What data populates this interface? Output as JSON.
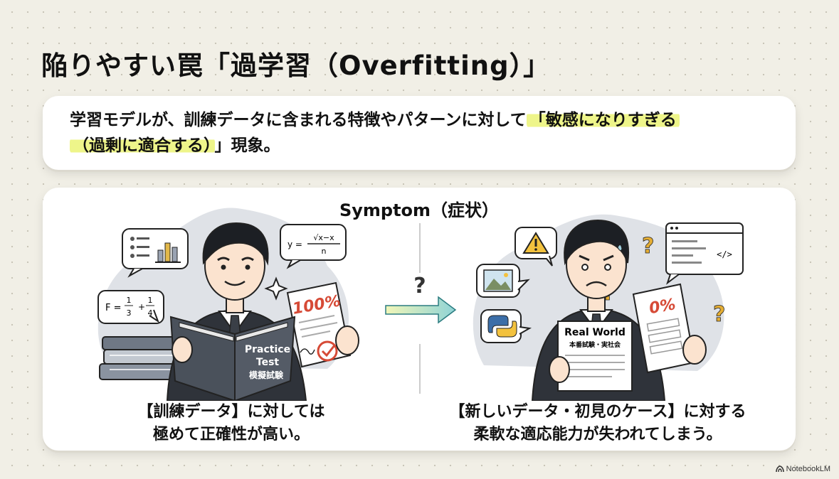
{
  "title": "陥りやすい罠「過学習（Overfitting）」",
  "definition": {
    "before": "学習モデルが、訓練データに含まれる特徴やパターンに対して",
    "highlight_1": "「敏感になりすぎる",
    "highlight_2": "（過剰に適合する）",
    "after": "」現象。"
  },
  "symptom": {
    "title": "Symptom（症状）",
    "left": {
      "formula_y": "y =",
      "formula_num": "√x−x",
      "formula_den": "n",
      "formula_f": "F =",
      "frac1_num": "1",
      "frac1_den": "3",
      "frac2_num": "1",
      "frac2_den": "4",
      "plus": "+",
      "book_line1": "Practice",
      "book_line2": "Test",
      "book_line3": "模擬試験",
      "score": "100%",
      "caption_line1": "【訓練データ】に対しては",
      "caption_line2": "極めて正確性が高い。"
    },
    "arrow_label": "?",
    "right": {
      "code_tag": "</>",
      "paper_title": "Real World",
      "paper_sub": "本番試験・実社会",
      "score": "0%",
      "question_mark": "?",
      "caption_line1": "【新しいデータ・初見のケース】に対する",
      "caption_line2": "柔軟な適応能力が失われてしまう。"
    }
  },
  "brand": "NotebookLM"
}
